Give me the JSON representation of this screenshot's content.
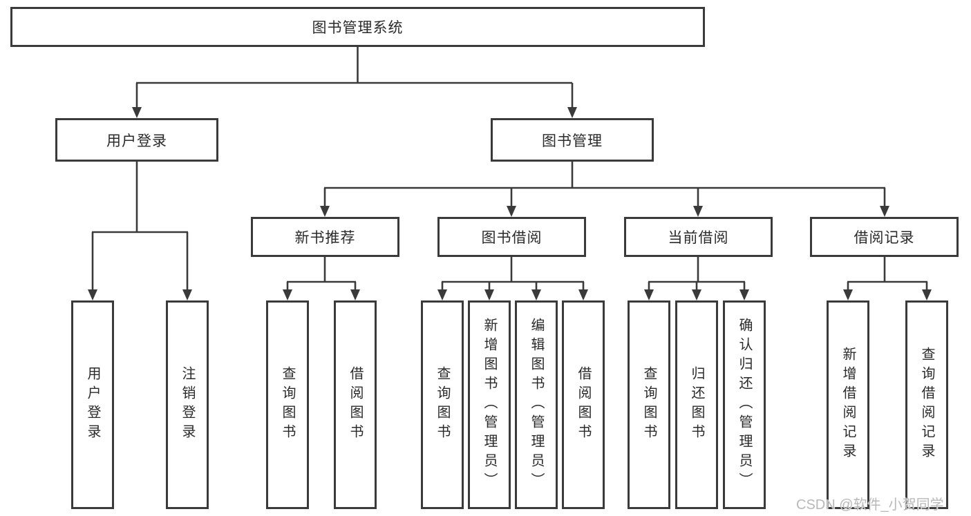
{
  "colors": {
    "line": "#3a3a3a",
    "text": "#2a2a2a",
    "background": "#ffffff",
    "watermark": "#b8b8b8"
  },
  "diagram": {
    "root": "图书管理系统",
    "branches": [
      {
        "label": "用户登录",
        "children": [
          "用户登录",
          "注销登录"
        ]
      },
      {
        "label": "图书管理",
        "children": [
          {
            "label": "新书推荐",
            "children": [
              "查询图书",
              "借阅图书"
            ]
          },
          {
            "label": "图书借阅",
            "children": [
              "查询图书",
              "新增图书（管理员）",
              "编辑图书（管理员）",
              "借阅图书"
            ]
          },
          {
            "label": "当前借阅",
            "children": [
              "查询图书",
              "归还图书",
              "确认归还（管理员）"
            ]
          },
          {
            "label": "借阅记录",
            "children": [
              "新增借阅记录",
              "查询借阅记录"
            ]
          }
        ]
      }
    ]
  },
  "watermark": {
    "text": "CSDN @软件_小贺同学"
  }
}
